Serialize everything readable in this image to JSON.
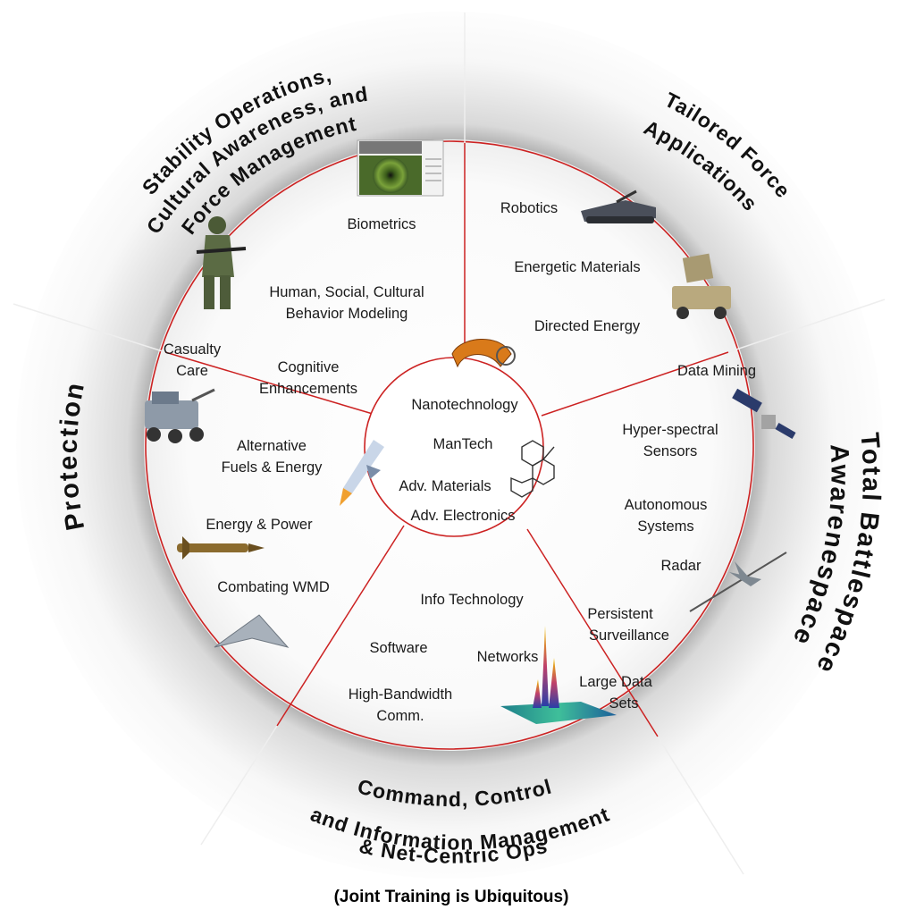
{
  "ring_sectors": {
    "stability": [
      "Stability Operations,",
      "Cultural Awareness, and",
      "Force Management"
    ],
    "tailored": [
      "Tailored Force",
      "Applications"
    ],
    "battlespace": [
      "Total Battlespace",
      "Awarenespace"
    ],
    "command": [
      "Command, Control",
      "and Information Management",
      "& Net-Centric Ops"
    ],
    "protection": "Protection"
  },
  "items": {
    "biometrics": "Biometrics",
    "human_social": [
      "Human, Social, Cultural",
      "Behavior Modeling"
    ],
    "casualty_care": [
      "Casualty",
      "Care"
    ],
    "cognitive": [
      "Cognitive",
      "Enhancements"
    ],
    "alt_fuels": [
      "Alternative",
      "Fuels & Energy"
    ],
    "energy_power": "Energy & Power",
    "combating_wmd": "Combating WMD",
    "robotics": "Robotics",
    "energetic": "Energetic Materials",
    "directed_energy": "Directed Energy",
    "data_mining": "Data Mining",
    "hyperspectral": [
      "Hyper-spectral",
      "Sensors"
    ],
    "autonomous": [
      "Autonomous",
      "Systems"
    ],
    "radar": "Radar",
    "persistent": [
      "Persistent",
      "Surveillance"
    ],
    "large_data": [
      "Large Data",
      "Sets"
    ],
    "info_tech": "Info Technology",
    "software": "Software",
    "networks": "Networks",
    "high_bandwidth": [
      "High-Bandwidth",
      "Comm."
    ]
  },
  "core": {
    "nanotech": "Nanotechnology",
    "mantech": "ManTech",
    "adv_materials": "Adv. Materials",
    "adv_electronics": "Adv. Electronics"
  },
  "footer": "(Joint Training is Ubiquitous)"
}
